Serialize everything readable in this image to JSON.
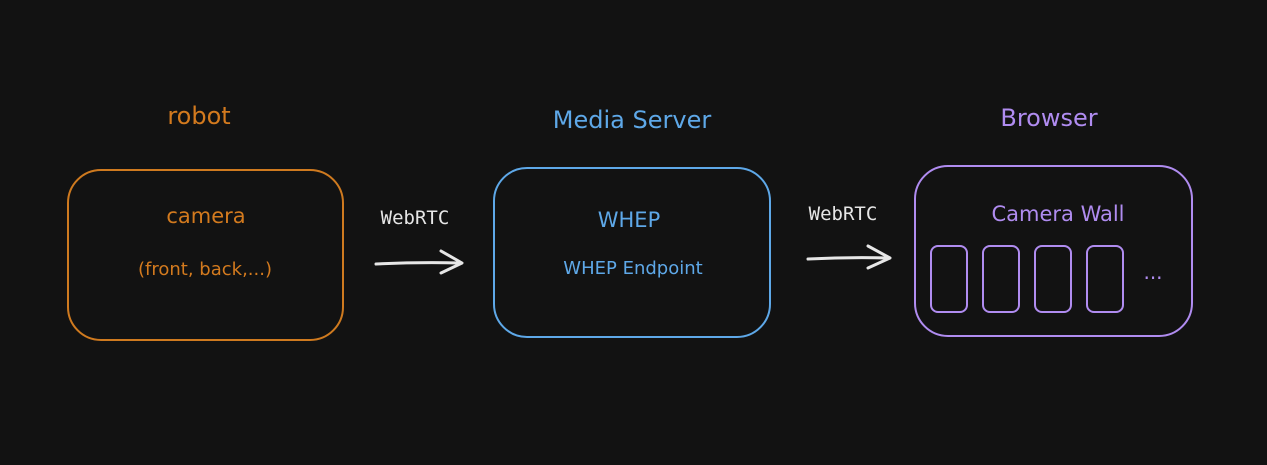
{
  "colors": {
    "background": "#121212",
    "robot": "#d37a1e",
    "media_server": "#5ea8e8",
    "browser": "#b08cf0",
    "arrow": "#e6e6e6"
  },
  "robot": {
    "title": "robot",
    "box_title": "camera",
    "box_subtitle": "(front, back,...)"
  },
  "media_server": {
    "title": "Media Server",
    "box_title": "WHEP",
    "box_subtitle": "WHEP Endpoint"
  },
  "browser": {
    "title": "Browser",
    "box_title": "Camera Wall",
    "ellipsis": "...",
    "tile_count": 4
  },
  "edges": [
    {
      "from": "robot",
      "to": "media_server",
      "label": "WebRTC"
    },
    {
      "from": "media_server",
      "to": "browser",
      "label": "WebRTC"
    }
  ]
}
